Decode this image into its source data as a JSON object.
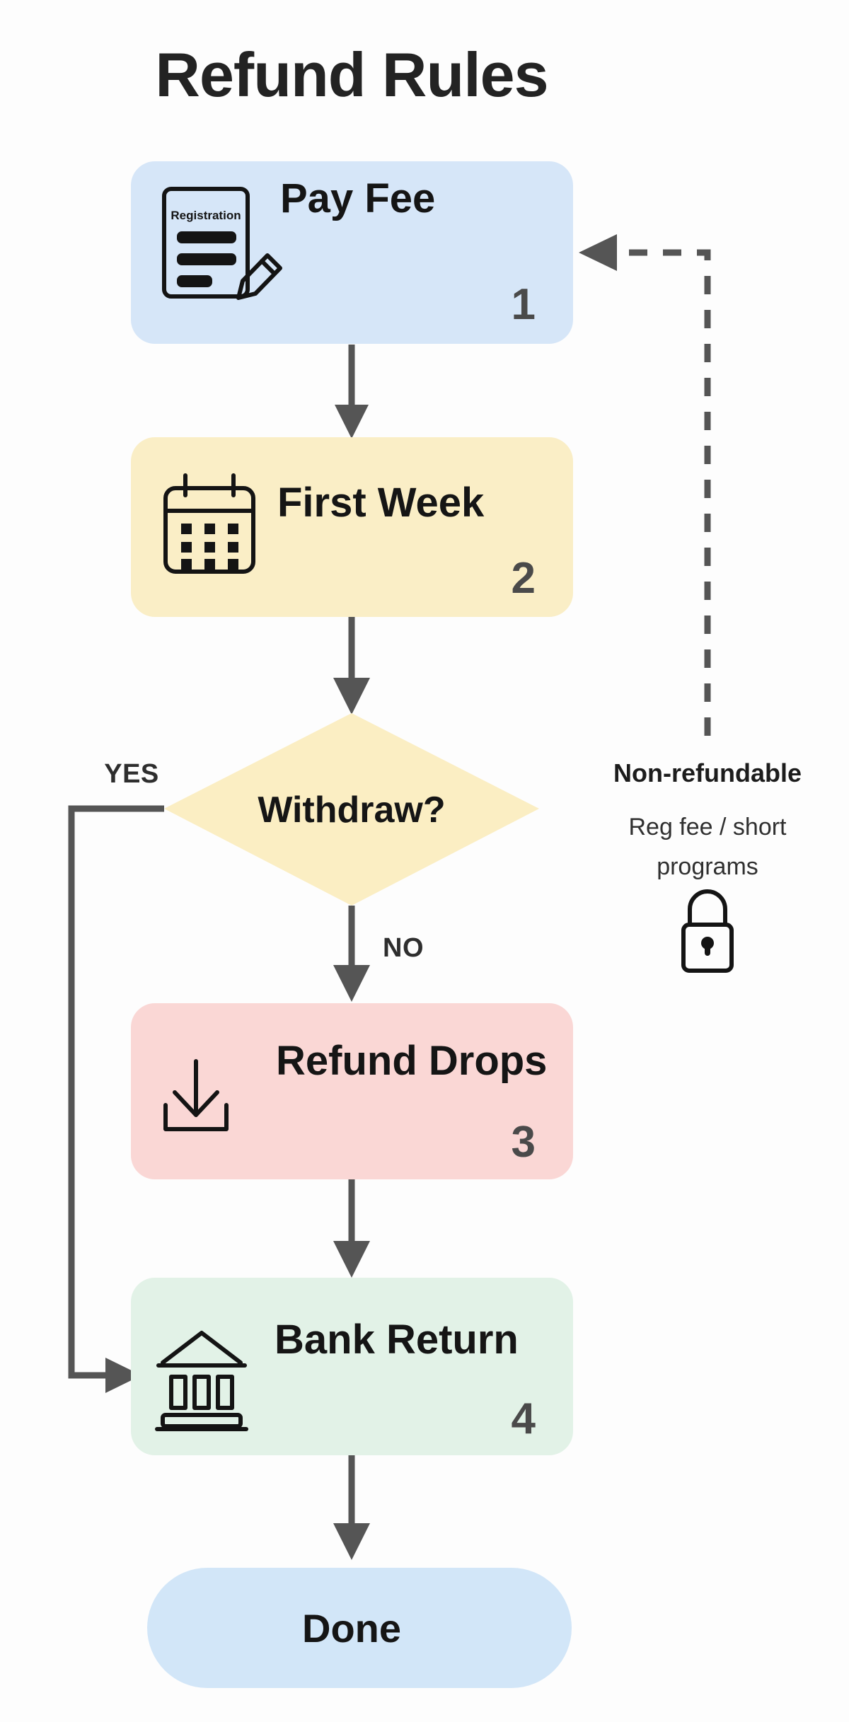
{
  "page": {
    "title": "Refund Rules",
    "background_color": "#fdfdfd"
  },
  "nodes": [
    {
      "id": "pay-fee",
      "label": "Pay Fee",
      "number": "1",
      "icon": "registration-form-pencil-icon",
      "icon_caption": "Registration",
      "shape": "rounded-rect",
      "color": "#d6e6f8"
    },
    {
      "id": "first-week",
      "label": "First Week",
      "number": "2",
      "icon": "calendar-icon",
      "shape": "rounded-rect",
      "color": "#faeec6"
    },
    {
      "id": "withdraw-decision",
      "label": "Withdraw?",
      "shape": "diamond",
      "color": "#fbeec3"
    },
    {
      "id": "refund-drops",
      "label": "Refund Drops",
      "number": "3",
      "icon": "download-tray-icon",
      "shape": "rounded-rect",
      "color": "#fad7d5"
    },
    {
      "id": "bank-return",
      "label": "Bank Return",
      "number": "4",
      "icon": "bank-building-icon",
      "shape": "rounded-rect",
      "color": "#e2f2e7"
    },
    {
      "id": "done",
      "label": "Done",
      "shape": "pill",
      "color": "#d2e6f8"
    }
  ],
  "branch_labels": {
    "yes": "YES",
    "no": "NO"
  },
  "side_note": {
    "heading": "Non-refundable",
    "body_line_1": "Reg fee / short",
    "body_line_2": "programs",
    "icon": "padlock-icon"
  },
  "connectors": [
    {
      "id": "pay-fee-to-first-week",
      "style": "solid",
      "from": "pay-fee",
      "to": "first-week"
    },
    {
      "id": "first-week-to-withdraw",
      "style": "solid",
      "from": "first-week",
      "to": "withdraw-decision"
    },
    {
      "id": "withdraw-no-to-refund-drops",
      "style": "solid",
      "from": "withdraw-decision",
      "to": "refund-drops",
      "label": "NO"
    },
    {
      "id": "withdraw-yes-to-bank-return",
      "style": "solid",
      "from": "withdraw-decision",
      "to": "bank-return",
      "label": "YES"
    },
    {
      "id": "refund-drops-to-bank-return",
      "style": "solid",
      "from": "refund-drops",
      "to": "bank-return"
    },
    {
      "id": "bank-return-to-done",
      "style": "solid",
      "from": "bank-return",
      "to": "done"
    },
    {
      "id": "non-refundable-back-to-pay-fee",
      "style": "dashed",
      "from": "side-note",
      "to": "pay-fee"
    }
  ],
  "colors": {
    "line": "#555555",
    "text": "#151515",
    "number": "#4a4a4a"
  }
}
